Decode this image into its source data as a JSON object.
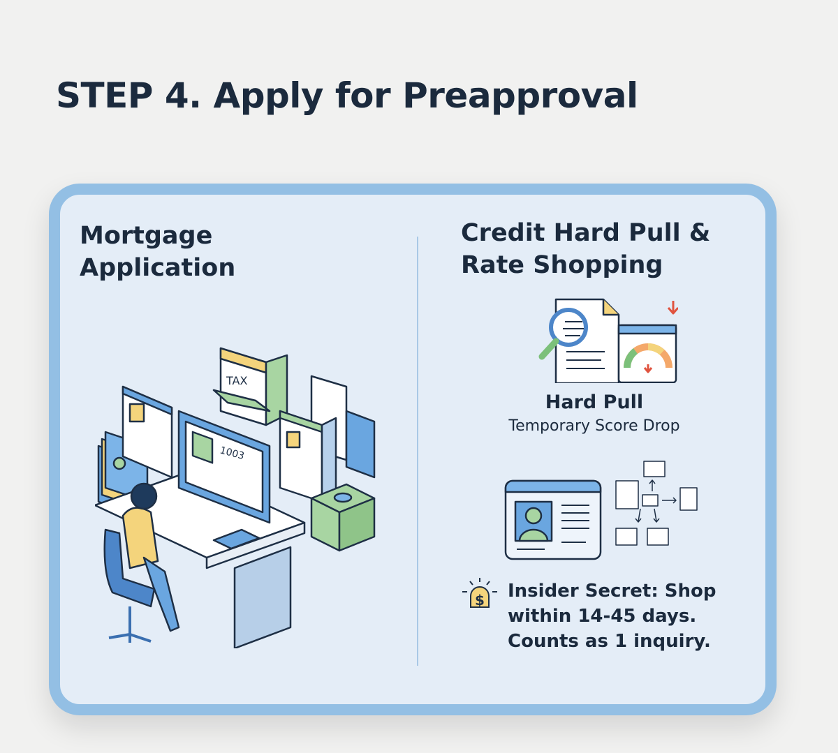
{
  "title": "STEP 4. Apply for Preapproval",
  "left": {
    "heading_line1": "Mortgage",
    "heading_line2": "Application",
    "illustration_labels": {
      "tax": "TAX",
      "form": "1003"
    }
  },
  "right": {
    "heading_line1": "Credit Hard Pull &",
    "heading_line2": "Rate Shopping",
    "hard_pull_title": "Hard Pull",
    "hard_pull_subtitle": "Temporary Score Drop",
    "secret_line1": "Insider Secret: Shop",
    "secret_line2": "within 14-45 days.",
    "secret_line3": "Counts as 1 inquiry."
  },
  "colors": {
    "accent_blue": "#93bfe4",
    "card_bg": "#e4edf7",
    "text": "#1b2a3d",
    "alert_red": "#e0533f"
  }
}
